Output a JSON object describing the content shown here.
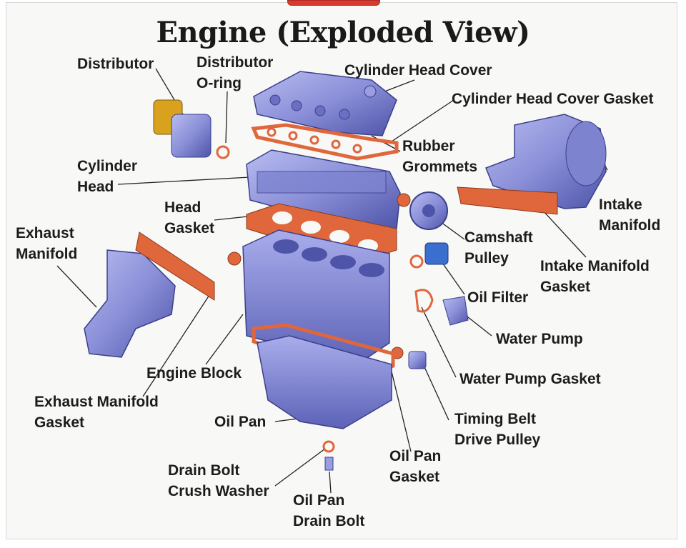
{
  "title": "Engine (Exploded View)",
  "labels": {
    "distributor": "Distributor",
    "distributor_oring": [
      "Distributor",
      "O-ring"
    ],
    "cylinder_head_cover": "Cylinder Head Cover",
    "cylinder_head_cover_gasket": "Cylinder Head Cover Gasket",
    "rubber_grommets": [
      "Rubber",
      "Grommets"
    ],
    "cylinder_head": [
      "Cylinder",
      "Head"
    ],
    "intake_manifold": [
      "Intake",
      "Manifold"
    ],
    "head_gasket": [
      "Head",
      "Gasket"
    ],
    "exhaust_manifold": [
      "Exhaust",
      "Manifold"
    ],
    "camshaft_pulley": [
      "Camshaft",
      "Pulley"
    ],
    "intake_manifold_gasket": [
      "Intake Manifold",
      "Gasket"
    ],
    "oil_filter": "Oil Filter",
    "water_pump": "Water Pump",
    "engine_block": "Engine Block",
    "water_pump_gasket": "Water Pump Gasket",
    "exhaust_manifold_gasket": [
      "Exhaust Manifold",
      "Gasket"
    ],
    "timing_belt_drive_pulley": [
      "Timing Belt",
      "Drive Pulley"
    ],
    "oil_pan": "Oil Pan",
    "oil_pan_gasket": [
      "Oil Pan",
      "Gasket"
    ],
    "drain_bolt_crush_washer": [
      "Drain Bolt",
      "Crush Washer"
    ],
    "oil_pan_drain_bolt": [
      "Oil Pan",
      "Drain Bolt"
    ]
  },
  "colors": {
    "metal": "#8a8fd8",
    "metal_dark": "#5a5fb0",
    "gasket": "#e0663c",
    "distributor": "#d9a21e",
    "filter": "#3a6fd0"
  }
}
